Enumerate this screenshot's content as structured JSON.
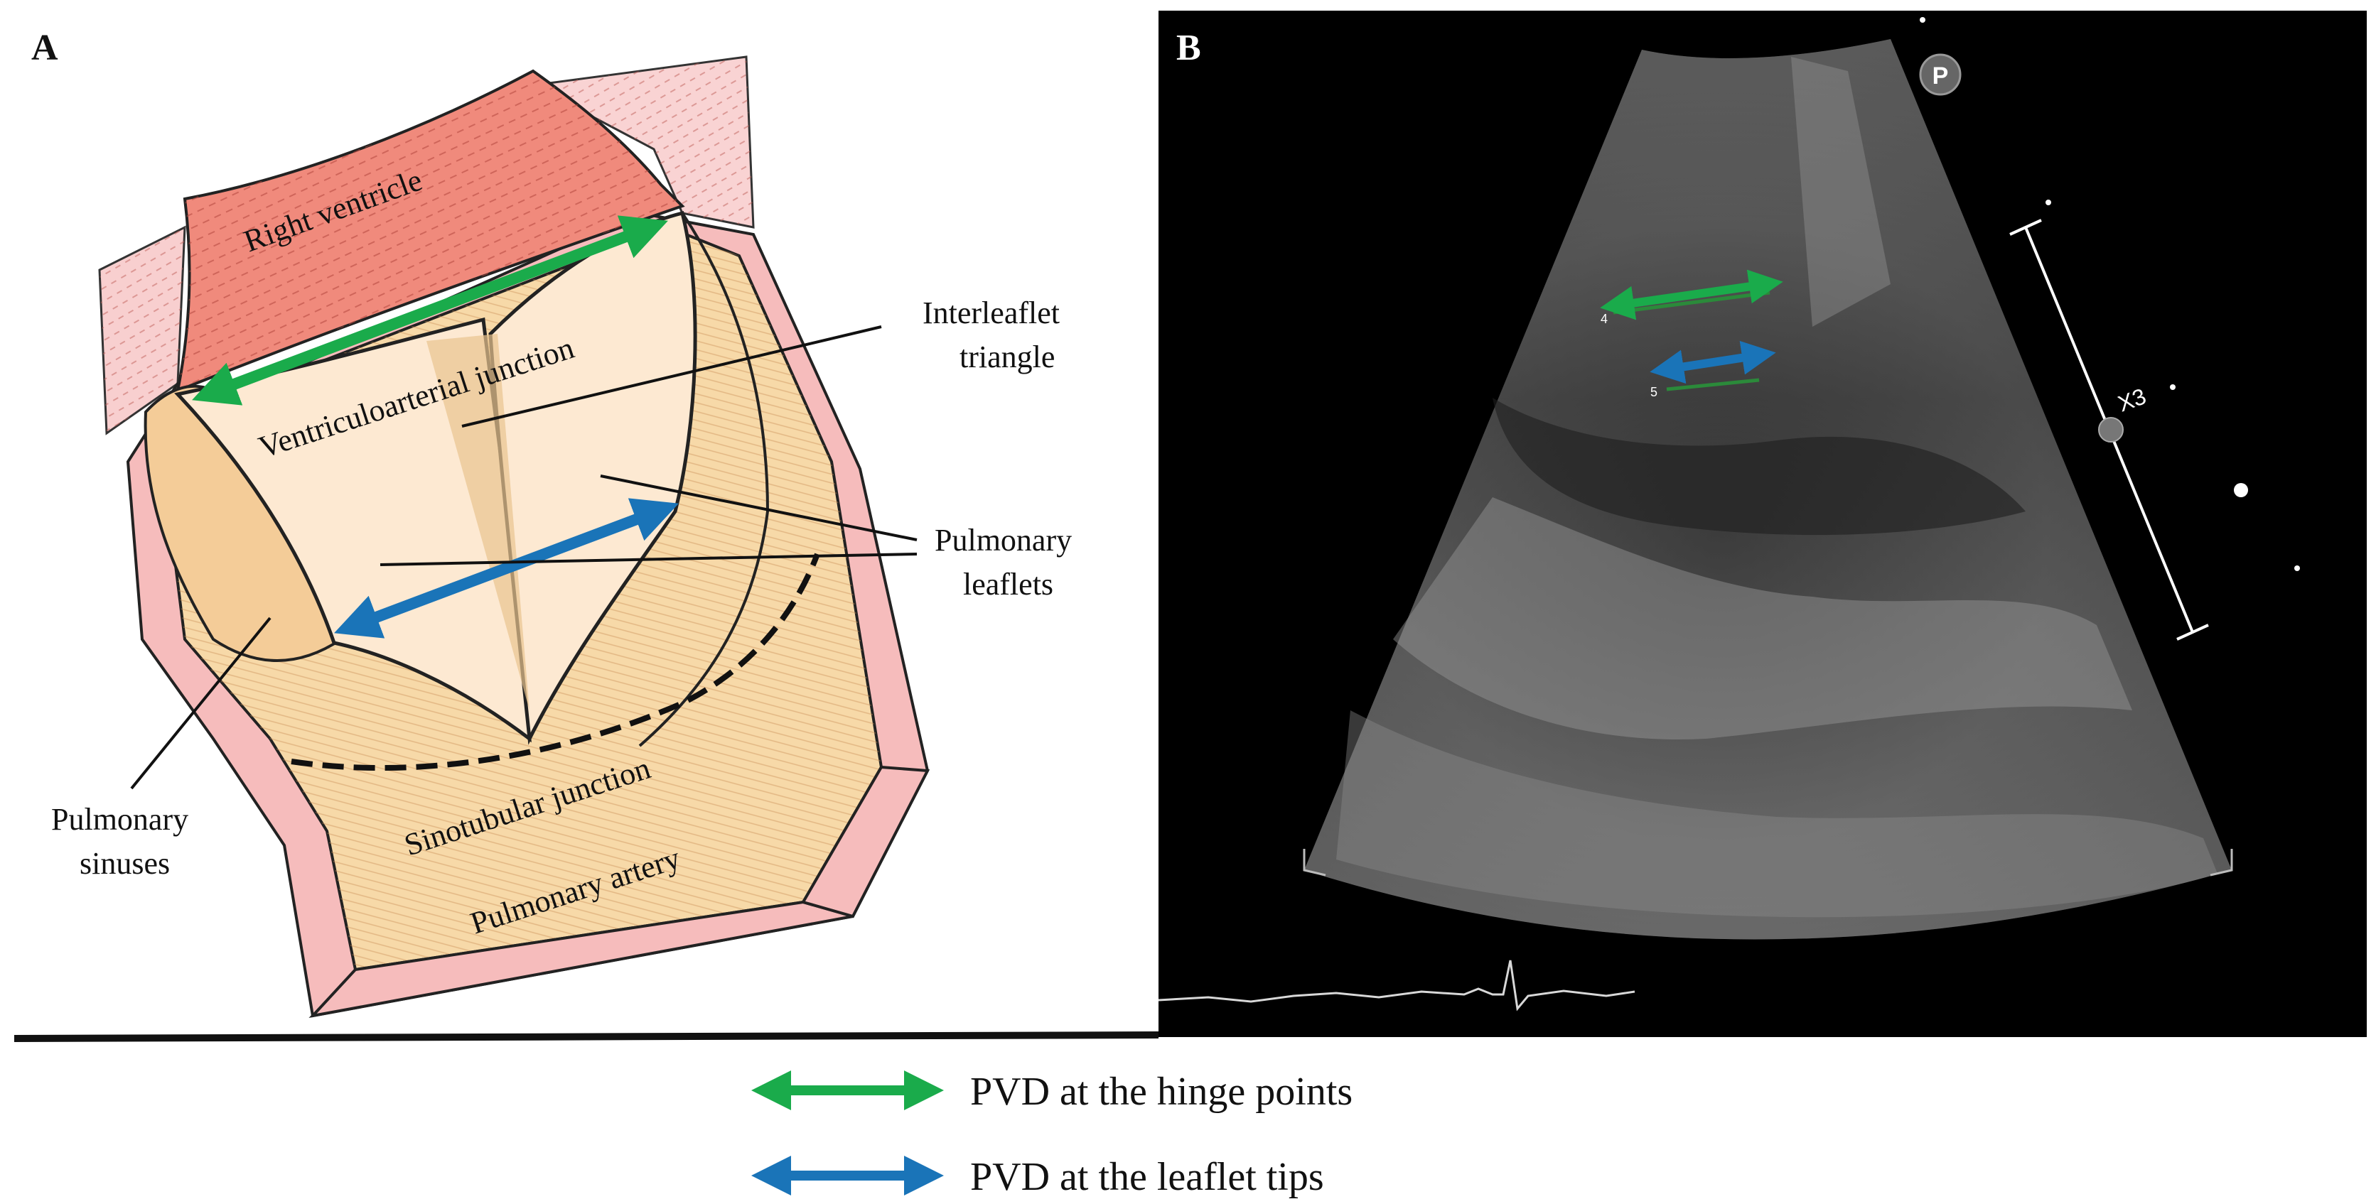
{
  "panels": {
    "a": {
      "letter": "A",
      "labels": {
        "right_ventricle": "Right ventricle",
        "va_junction": "Ventriculoarterial junction",
        "sinotubular_junction": "Sinotubular junction",
        "pulmonary_artery": "Pulmonary artery"
      },
      "annotations": {
        "interleaflet_1": "Interleaflet",
        "interleaflet_2": "triangle",
        "leaflets_1": "Pulmonary",
        "leaflets_2": "leaflets",
        "sinuses_1": "Pulmonary",
        "sinuses_2": "sinuses"
      }
    },
    "b": {
      "letter": "B",
      "probe_marker": "P",
      "zoom_label": "X3",
      "measurement_1": "4",
      "measurement_2": "5"
    }
  },
  "legend": [
    {
      "label": "PVD at the hinge points",
      "color": "#1aab4b"
    },
    {
      "label": "PVD at the leaflet tips",
      "color": "#1a74b8"
    }
  ],
  "colors": {
    "hinge": "#1aab4b",
    "tips": "#1a74b8",
    "ventricle": "#f08a7c",
    "artery": "#f7d9a8",
    "wall": "#f6bcbc",
    "leaflet": "#fde9d2"
  }
}
